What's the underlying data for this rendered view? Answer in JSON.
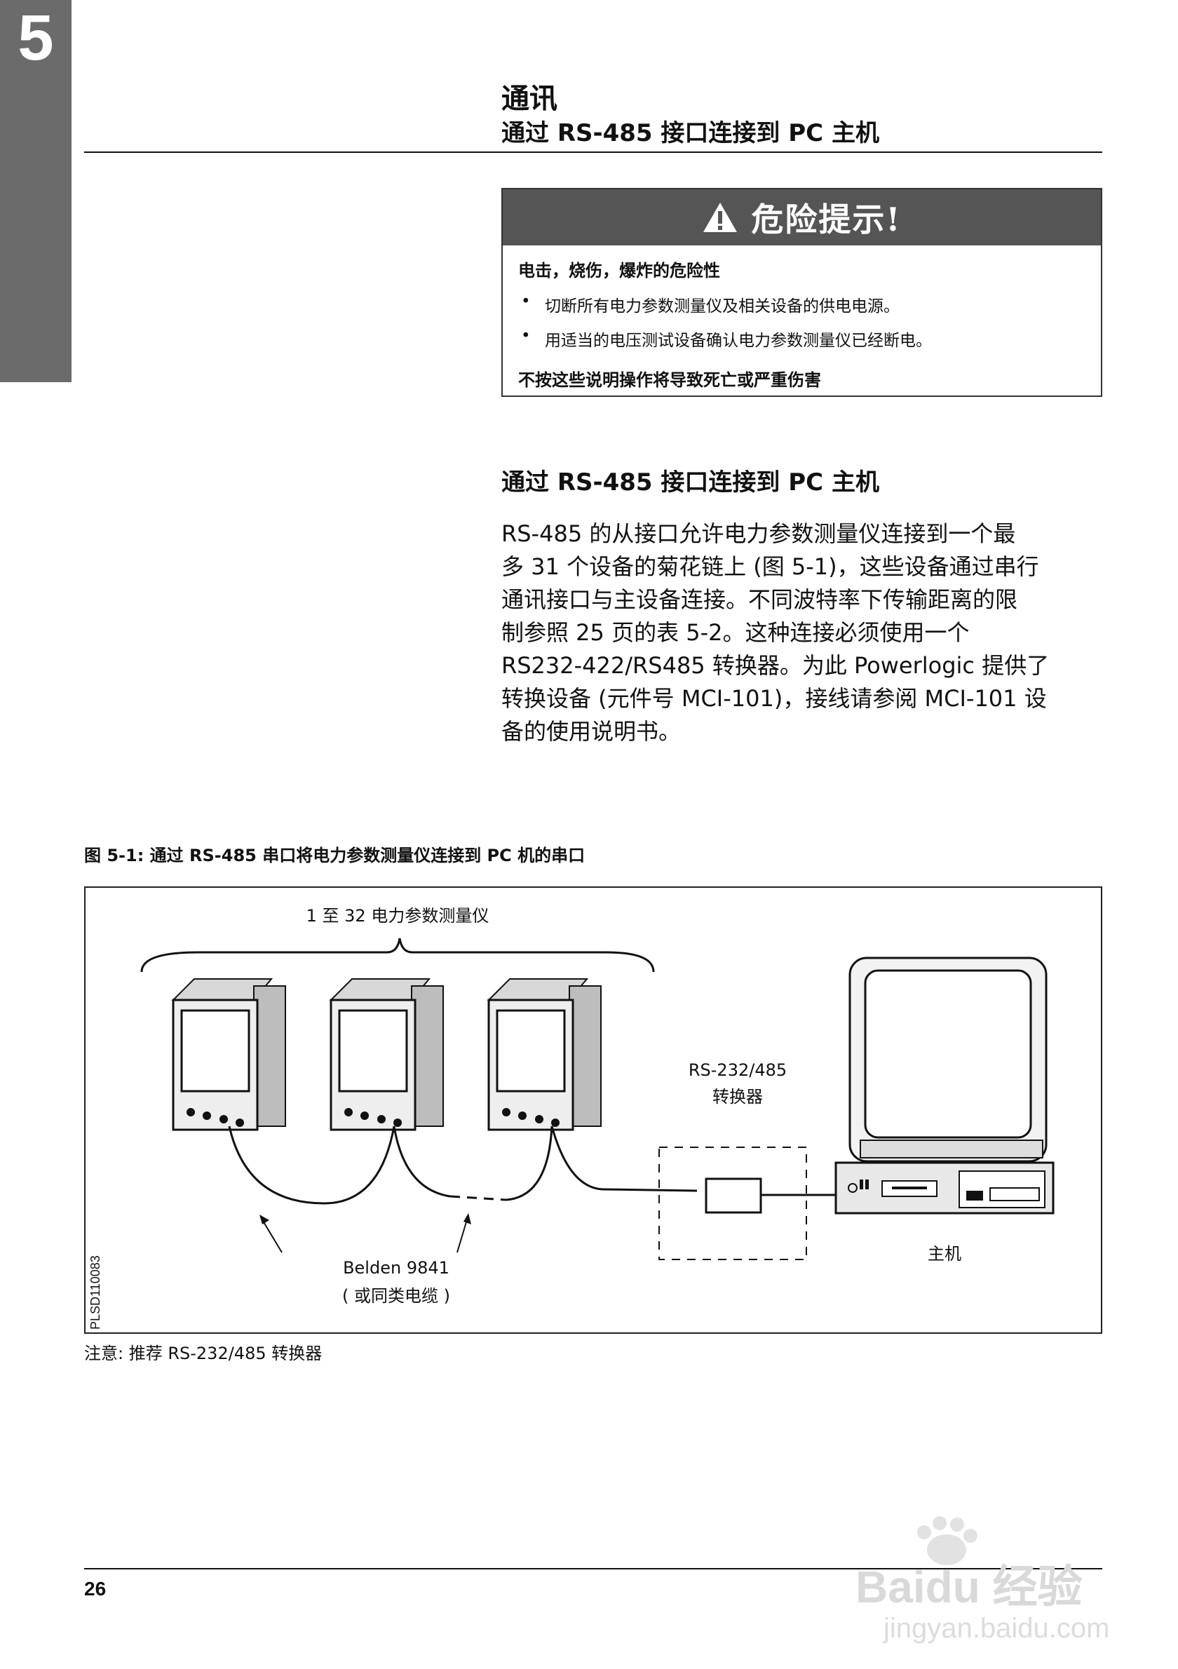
{
  "chapter": {
    "number": "5"
  },
  "header": {
    "title": "通讯",
    "subtitle": "通过 RS-485 接口连接到 PC 主机"
  },
  "danger": {
    "title": "危险提示!",
    "subtitle": "电击，烧伤，爆炸的危险性",
    "items": [
      "切断所有电力参数测量仪及相关设备的供电电源。",
      "用适当的电压测试设备确认电力参数测量仪已经断电。"
    ],
    "footer": "不按这些说明操作将导致死亡或严重伤害"
  },
  "section": {
    "heading": "通过 RS-485 接口连接到 PC 主机",
    "body": "RS-485 的从接口允许电力参数测量仪连接到一个最\n多 31 个设备的菊花链上 (图 5-1)，这些设备通过串行\n通讯接口与主设备连接。不同波特率下传输距离的限\n制参照 25 页的表 5-2。这种连接必须使用一个\nRS232-422/RS485 转换器。为此 Powerlogic 提供了\n转换设备 (元件号 MCI-101)，接线请参阅 MCI-101 设\n备的使用说明书。"
  },
  "figure": {
    "caption": "图 5-1: 通过 RS-485 串口将电力参数测量仪连接到 PC 机的串口",
    "meters_label": "1 至 32 电力参数测量仪",
    "converter_label_1": "RS-232/485",
    "converter_label_2": "转换器",
    "cable_label_1": "Belden 9841",
    "cable_label_2": "( 或同类电缆 )",
    "host_label": "主机",
    "side_code": "PLSD110083",
    "note": "注意: 推荐 RS-232/485 转换器"
  },
  "footer": {
    "page_number": "26"
  },
  "watermark": {
    "brand": "Baidu 经验",
    "url": "jingyan.baidu.com"
  }
}
